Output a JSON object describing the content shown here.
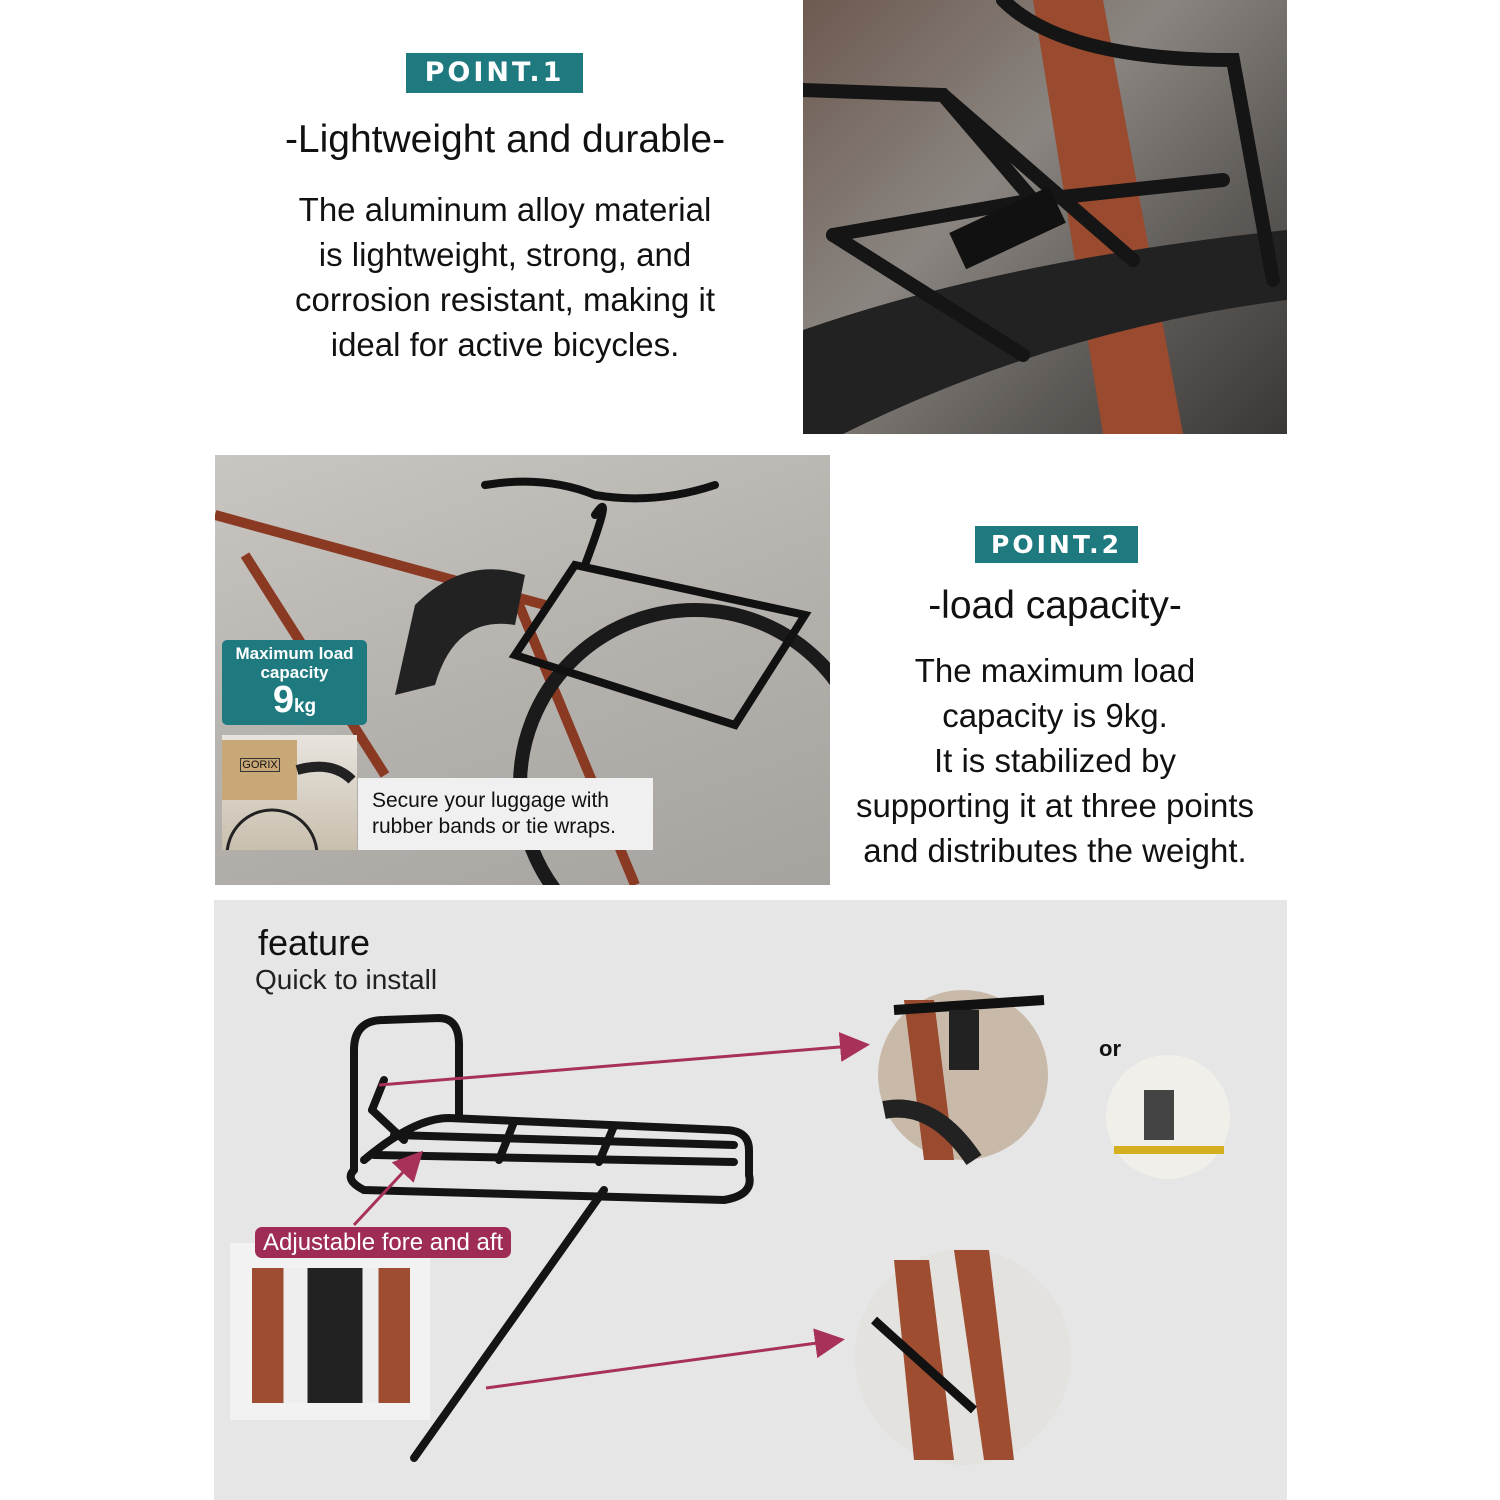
{
  "point1": {
    "badge": "POINT.1",
    "title": "-Lightweight and durable-",
    "lines": [
      "The aluminum alloy material",
      "is lightweight, strong, and",
      "corrosion resistant, making it",
      "ideal for active bicycles."
    ]
  },
  "point2": {
    "badge": "POINT.2",
    "title": "-load capacity-",
    "lines": [
      "The maximum load",
      "capacity is 9kg.",
      "It is stabilized by",
      "supporting it at three points",
      "and distributes the weight."
    ]
  },
  "photo2": {
    "capacity_label_1": "Maximum load",
    "capacity_label_2": "capacity",
    "capacity_value": "9",
    "capacity_unit": "kg",
    "box_logo": "GORIX",
    "caption_1": "Secure your luggage with",
    "caption_2": "rubber bands or tie wraps."
  },
  "feature": {
    "title": "feature",
    "subtitle": "Quick to install",
    "adjust_label": "Adjustable fore and aft",
    "or_label": "or"
  },
  "colors": {
    "teal": "#1f7a80",
    "magenta": "#9e2c56",
    "panel": "#e6e6e6"
  }
}
